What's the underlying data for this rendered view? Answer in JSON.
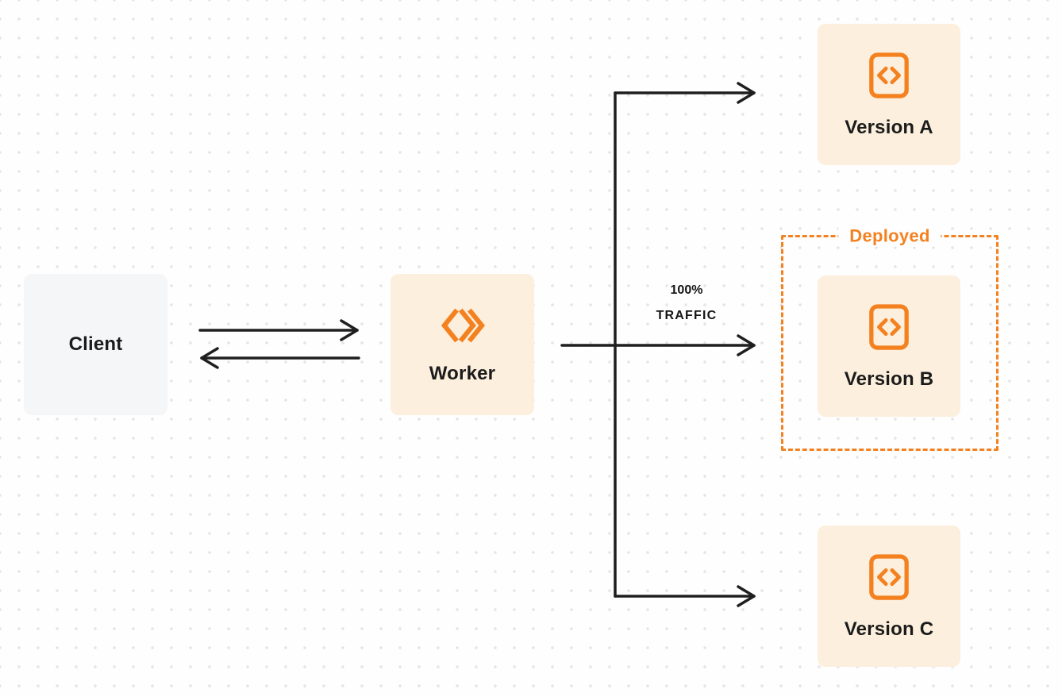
{
  "client": {
    "label": "Client"
  },
  "worker": {
    "label": "Worker",
    "icon": "workers-icon"
  },
  "traffic": {
    "line1": "100%",
    "line2": "TRAFFIC"
  },
  "deployed": {
    "label": "Deployed",
    "contains": "Version B"
  },
  "versions": [
    {
      "id": "A",
      "label": "Version A",
      "icon": "code-icon"
    },
    {
      "id": "B",
      "label": "Version B",
      "icon": "code-icon",
      "deployed": true
    },
    {
      "id": "C",
      "label": "Version C",
      "icon": "code-icon"
    }
  ],
  "edges": [
    {
      "from": "Client",
      "to": "Worker",
      "direction": "bidirectional"
    },
    {
      "from": "Worker",
      "to": "Version A"
    },
    {
      "from": "Worker",
      "to": "Version B",
      "label": "100% TRAFFIC"
    },
    {
      "from": "Worker",
      "to": "Version C"
    }
  ],
  "colors": {
    "orange": "#f48120",
    "ink": "#1f1f1f",
    "cream": "#fcefdd",
    "gray-box": "#f5f6f7",
    "bg": "#fefefe"
  }
}
